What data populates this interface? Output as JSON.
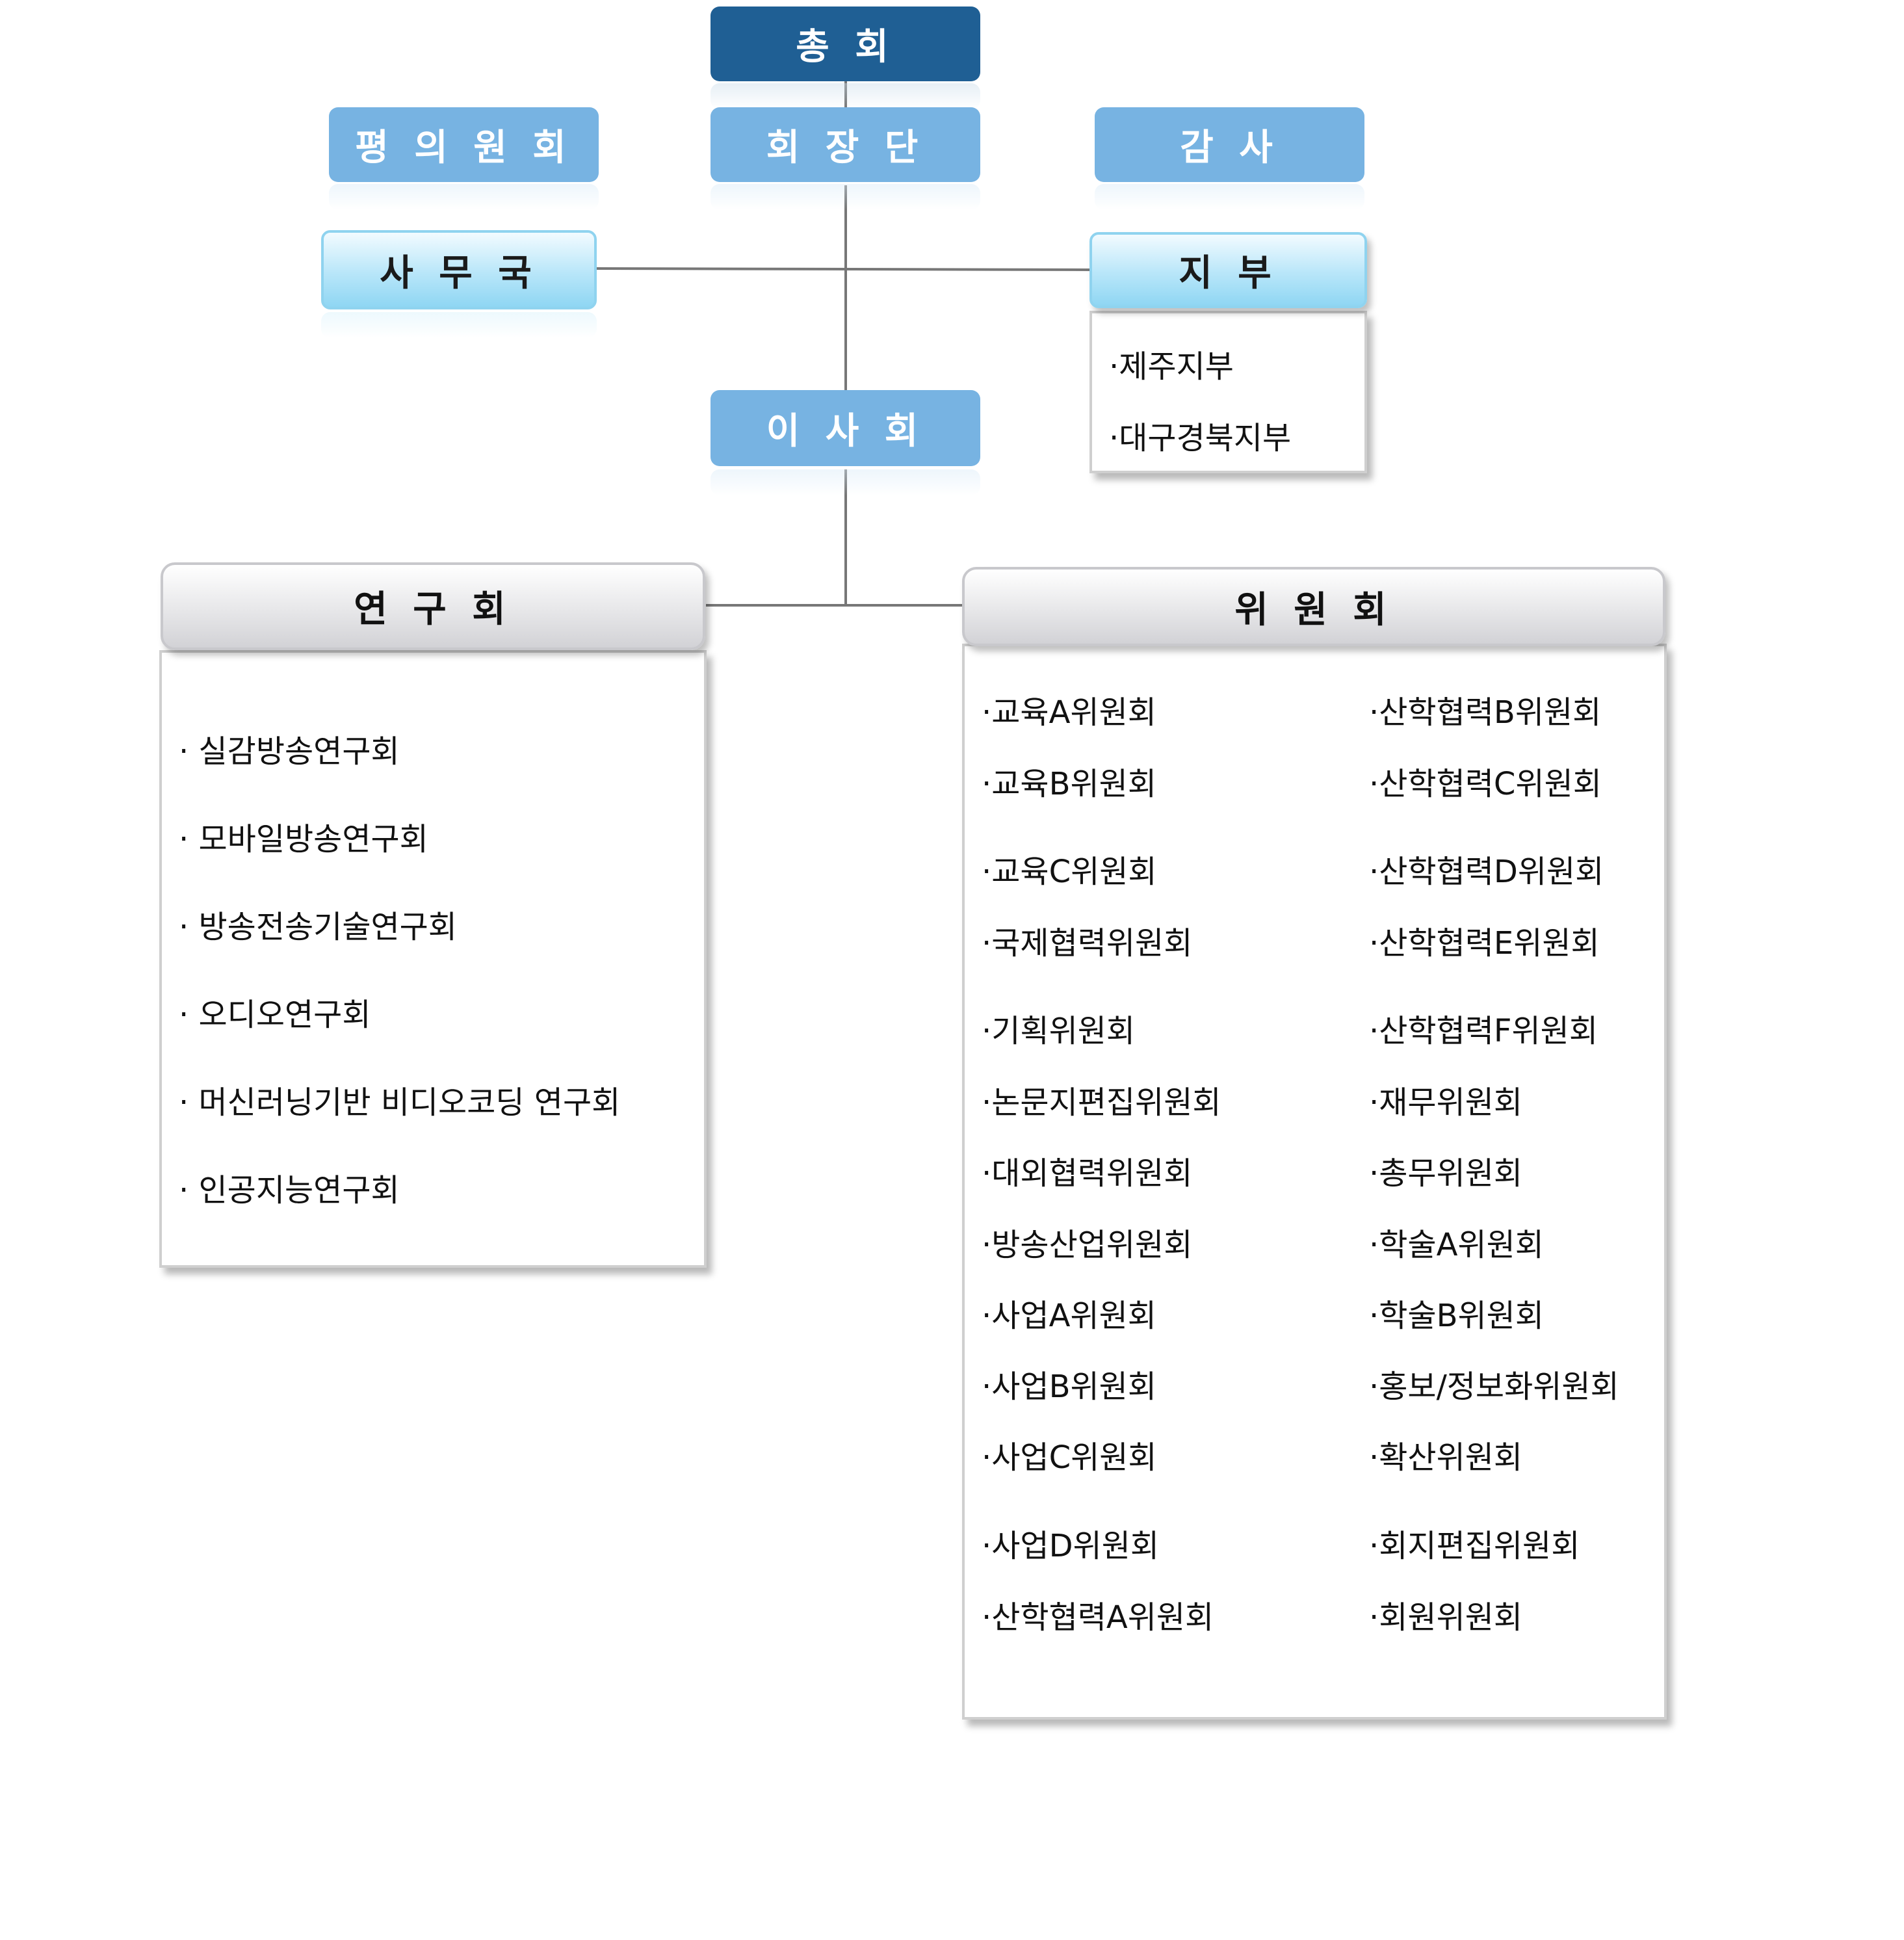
{
  "nodes": {
    "general_assembly": "총 회",
    "council": "평 의 원 회",
    "presidency": "회 장 단",
    "auditor": "감 사",
    "secretariat": "사 무 국",
    "branch": "지 부",
    "board": "이 사 회",
    "research_groups": "연 구 회",
    "committees": "위 원 회"
  },
  "branch_items": [
    "·제주지부",
    "·대구경북지부"
  ],
  "research_items": [
    "· 실감방송연구회",
    "· 모바일방송연구회",
    "· 방송전송기술연구회",
    "· 오디오연구회",
    "· 머신러닝기반 비디오코딩 연구회",
    "· 인공지능연구회"
  ],
  "committee_items_left": [
    "·교육A위원회",
    "·교육B위원회",
    "·교육C위원회",
    "·국제협력위원회",
    "·기획위원회",
    "·논문지편집위원회",
    "·대외협력위원회",
    "·방송산업위원회",
    "·사업A위원회",
    "·사업B위원회",
    "·사업C위원회",
    "·사업D위원회",
    "·산학협력A위원회"
  ],
  "committee_items_right": [
    "·산학협력B위원회",
    "·산학협력C위원회",
    "·산학협력D위원회",
    "·산학협력E위원회",
    "·산학협력F위원회",
    "·재무위원회",
    "·총무위원회",
    "·학술A위원회",
    "·학술B위원회",
    "·홍보/정보화위원회",
    "·확산위원회",
    "·회지편집위원회",
    "·회원위원회"
  ]
}
